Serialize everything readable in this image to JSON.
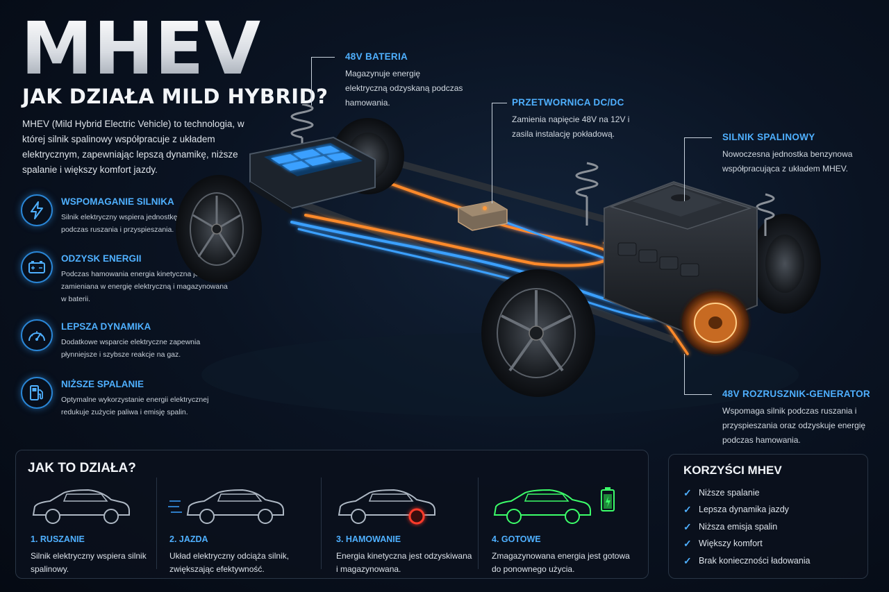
{
  "hero": {
    "title": "MHEV",
    "subtitle": "JAK DZIAŁA MILD HYBRID?",
    "intro": "MHEV (Mild Hybrid Electric Vehicle) to technologia, w której silnik spalinowy współpracuje z układem elektrycznym, zapewniając lepszą dynamikę, niższe spalanie i większy komfort jazdy."
  },
  "features": [
    {
      "title": "WSPOMAGANIE SILNIKA",
      "desc": "Silnik elektryczny wspiera jednostkę spalinową podczas ruszania i przyspieszania.",
      "icon": "lightning-icon"
    },
    {
      "title": "ODZYSK ENERGII",
      "desc": "Podczas hamowania energia kinetyczna jest zamieniana w energię elektryczną i magazynowana w baterii.",
      "icon": "battery-icon"
    },
    {
      "title": "LEPSZA DYNAMIKA",
      "desc": "Dodatkowe wsparcie elektryczne zapewnia płynniejsze i szybsze reakcje na gaz.",
      "icon": "speedometer-icon"
    },
    {
      "title": "NIŻSZE SPALANIE",
      "desc": "Optymalne wykorzystanie energii elektrycznej redukuje zużycie paliwa i emisję spalin.",
      "icon": "fuel-pump-icon"
    }
  ],
  "callouts": {
    "battery": {
      "title": "48V BATERIA",
      "desc": "Magazynuje energię elektryczną odzyskaną podczas hamowania."
    },
    "converter": {
      "title": "PRZETWORNICA DC/DC",
      "desc": "Zamienia napięcie 48V na 12V i zasila instalację pokładową."
    },
    "engine": {
      "title": "SILNIK SPALINOWY",
      "desc": "Nowoczesna jednostka benzynowa współpracująca z układem MHEV."
    },
    "starter": {
      "title": "48V ROZRUSZNIK-GENERATOR",
      "desc": "Wspomaga silnik podczas ruszania i przyspieszania oraz odzyskuje energię podczas hamowania."
    }
  },
  "how": {
    "heading": "JAK TO DZIAŁA?",
    "steps": [
      {
        "title": "1. RUSZANIE",
        "desc": "Silnik elektryczny wspiera silnik spalinowy."
      },
      {
        "title": "2. JAZDA",
        "desc": "Układ elektryczny odciąża silnik, zwiększając efektywność."
      },
      {
        "title": "3. HAMOWANIE",
        "desc": "Energia kinetyczna jest odzyskiwana i magazynowana."
      },
      {
        "title": "4. GOTOWE",
        "desc": "Zmagazynowana energia jest gotowa do ponownego użycia."
      }
    ]
  },
  "benefits": {
    "heading": "KORZYŚCI MHEV",
    "items": [
      "Niższe spalanie",
      "Lepsza dynamika jazdy",
      "Niższa emisja spalin",
      "Większy komfort",
      "Brak konieczności ładowania"
    ]
  },
  "colors": {
    "accent": "#4fb0ff",
    "orange_cable": "#ff8a2a",
    "blue_cable": "#3aa0ff",
    "brake_red": "#ff3a2a",
    "ready_green": "#3cff6a"
  }
}
